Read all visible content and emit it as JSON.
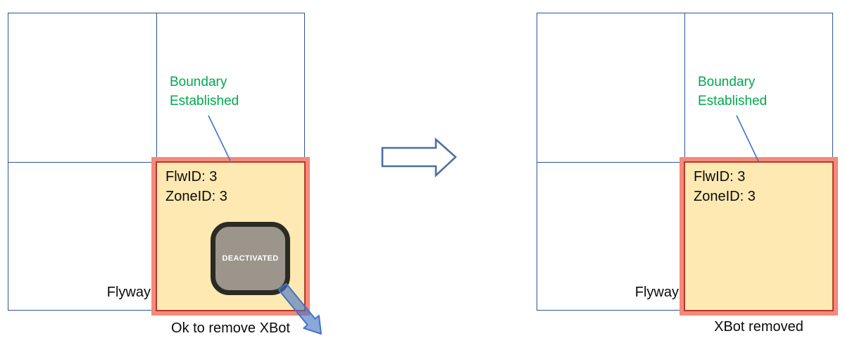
{
  "diagram": {
    "left_panel": {
      "zone_label_line1": "FlwID: 3",
      "zone_label_line2": "ZoneID: 3",
      "boundary_line1": "Boundary",
      "boundary_line2": "Established",
      "flyway_label": "Flyway",
      "xbot_state": "DEACTIVATED",
      "caption": "Ok to remove XBot"
    },
    "right_panel": {
      "zone_label_line1": "FlwID: 3",
      "zone_label_line2": "ZoneID: 3",
      "boundary_line1": "Boundary",
      "boundary_line2": "Established",
      "flyway_label": "Flyway",
      "caption": "XBot removed"
    },
    "colors": {
      "grid_line": "#2E5493",
      "zone_fill": "#FEE9B2",
      "zone_border": "#B5392B",
      "zone_glow": "#F5897B",
      "boundary_text": "#00A84F",
      "leader_line": "#4472C4",
      "arrow_stroke": "#4472C4",
      "block_arrow_stroke": "#4E6FA3",
      "xbot_fill": "#9B958B",
      "xbot_border": "#2B2B23",
      "xbot_text": "#FFFFFF"
    }
  }
}
